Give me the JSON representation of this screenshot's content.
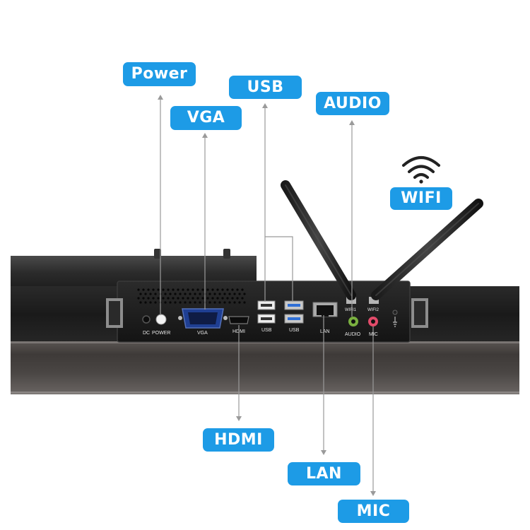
{
  "callouts": {
    "power": "Power",
    "usb": "USB",
    "vga": "VGA",
    "audio": "AUDIO",
    "wifi": "WIFI",
    "hdmi": "HDMI",
    "lan": "LAN",
    "mic": "MIC"
  },
  "panel_text": {
    "dc": "DC",
    "power": "POWER",
    "vga": "VGA",
    "hdmi": "HDMI",
    "usb_left": "USB",
    "usb_right": "USB",
    "lan": "LAN",
    "wifi1": "WIFI1",
    "wifi2": "WIFI2",
    "audio": "AUDIO",
    "mic": "MIC"
  },
  "icons": [
    "wifi-signal-icon"
  ],
  "colors": {
    "label_bg": "#1d9be6",
    "usb3_blue": "#2f6fd6",
    "audio_green": "#7ab040",
    "mic_pink": "#e24b6a"
  }
}
